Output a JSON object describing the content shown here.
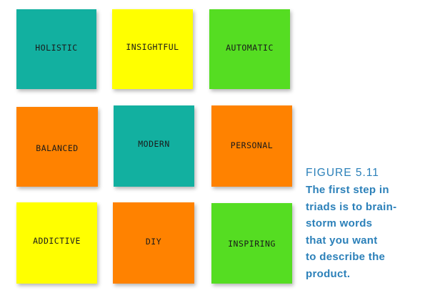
{
  "notes": [
    {
      "label": "HOLISTIC",
      "color": "#12b0a0"
    },
    {
      "label": "INSIGHTFUL",
      "color": "#ffff00"
    },
    {
      "label": "AUTOMATIC",
      "color": "#55dd22"
    },
    {
      "label": "BALANCED",
      "color": "#ff8200"
    },
    {
      "label": "MODERN",
      "color": "#12b0a0"
    },
    {
      "label": "PERSONAL",
      "color": "#ff8200"
    },
    {
      "label": "ADDICTIVE",
      "color": "#ffff00"
    },
    {
      "label": "DIY",
      "color": "#ff8200"
    },
    {
      "label": "INSPIRING",
      "color": "#55dd22"
    }
  ],
  "caption": {
    "figure_label": "FIGURE 5.11",
    "lines": [
      "The first step in",
      "triads is to brain-",
      "storm words",
      "that you want",
      "to describe the",
      "product."
    ],
    "color": "#2b80b9"
  }
}
